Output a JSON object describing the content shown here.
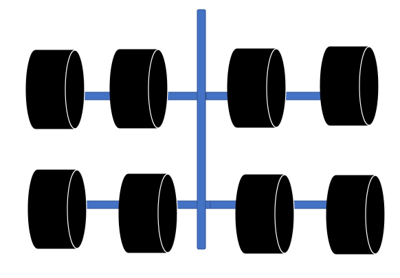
{
  "colors": {
    "background": "#ffffff",
    "axle": "#4472c4",
    "axle_outline": "#2f528f",
    "wheel": "#000000",
    "wheel_edge": "#ffffff"
  },
  "diagram": {
    "spine": {
      "name": "spine-axle"
    },
    "axles": [
      {
        "name": "front-axle",
        "shafts": [
          "front-left-outer-shaft",
          "front-left-inner-shaft",
          "front-right-inner-shaft",
          "front-right-outer-shaft"
        ]
      },
      {
        "name": "rear-axle",
        "shafts": [
          "rear-left-outer-shaft",
          "rear-left-inner-shaft",
          "rear-right-inner-shaft",
          "rear-right-outer-shaft"
        ]
      }
    ],
    "wheels": [
      {
        "name": "front-left-outer-wheel"
      },
      {
        "name": "front-left-inner-wheel"
      },
      {
        "name": "front-right-inner-wheel"
      },
      {
        "name": "front-right-outer-wheel"
      },
      {
        "name": "rear-left-outer-wheel"
      },
      {
        "name": "rear-left-inner-wheel"
      },
      {
        "name": "rear-right-inner-wheel"
      },
      {
        "name": "rear-right-outer-wheel"
      }
    ]
  }
}
